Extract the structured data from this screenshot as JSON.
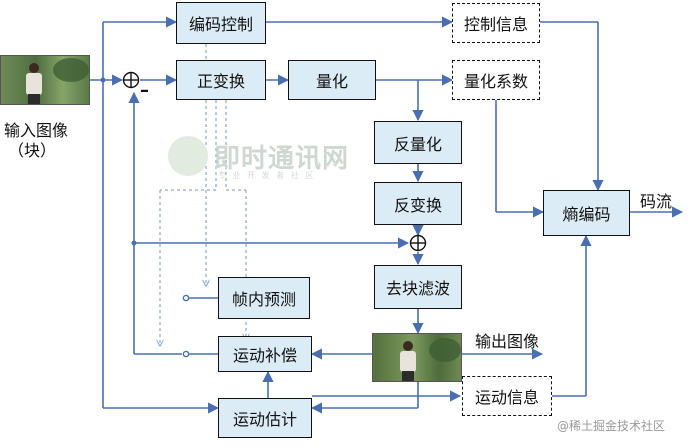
{
  "blocks": {
    "encode_control": "编码控制",
    "forward_transform": "正变换",
    "quantize": "量化",
    "inverse_quantize": "反量化",
    "inverse_transform": "反变换",
    "deblock_filter": "去块滤波",
    "intra_predict": "帧内预测",
    "motion_compensation": "运动补偿",
    "motion_estimation": "运动估计",
    "entropy_coding": "熵编码"
  },
  "data_boxes": {
    "control_info": "控制信息",
    "quant_coeff": "量化系数",
    "motion_info": "运动信息"
  },
  "labels": {
    "input_line1": "输入图像",
    "input_line2": "（块）",
    "output": "输出图像",
    "bitstream": "码流",
    "minus": "–"
  },
  "watermark": {
    "main": "即时通讯网",
    "sub": "专 业 开 发 者 社 区",
    "corner": "@稀土掘金技术社区"
  },
  "colors": {
    "wire": "#4a6fb0",
    "box_fill": "#dcecf7",
    "dashed_wire": "#8fa6cc"
  }
}
